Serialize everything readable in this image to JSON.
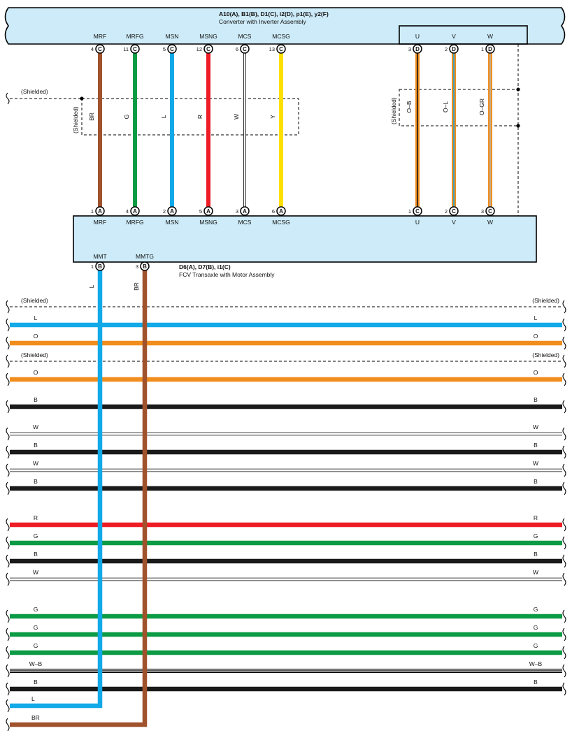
{
  "colors": {
    "BR": "#a0522d",
    "G": "#0c9b45",
    "L": "#11a9e8",
    "R": "#ee1c24",
    "W": "#ffffff",
    "Y": "#ffe000",
    "O": "#f18d1d",
    "B": "#1a1a1a",
    "GR": "#b5b5b5",
    "component_fill": "#cdebf8"
  },
  "converter": {
    "title": "A10(A), B1(B), D1(C), i2(D), p1(E), y2(F)",
    "subtitle": "Converter with Inverter Assembly"
  },
  "transaxle": {
    "title": "D6(A), D7(B), i1(C)",
    "subtitle": "FCV Transaxle with Motor Assembly"
  },
  "shielded_label": "(Shielded)",
  "wires_upper": [
    {
      "top_terminal": "MRF",
      "top_pin": "4",
      "top_conn": "C",
      "color_code": "BR",
      "bottom_pin": "1",
      "bottom_conn": "A",
      "bottom_terminal": "MRF"
    },
    {
      "top_terminal": "MRFG",
      "top_pin": "11",
      "top_conn": "C",
      "color_code": "G",
      "bottom_pin": "4",
      "bottom_conn": "A",
      "bottom_terminal": "MRFG"
    },
    {
      "top_terminal": "MSN",
      "top_pin": "5",
      "top_conn": "C",
      "color_code": "L",
      "bottom_pin": "2",
      "bottom_conn": "A",
      "bottom_terminal": "MSN"
    },
    {
      "top_terminal": "MSNG",
      "top_pin": "12",
      "top_conn": "C",
      "color_code": "R",
      "bottom_pin": "5",
      "bottom_conn": "A",
      "bottom_terminal": "MSNG"
    },
    {
      "top_terminal": "MCS",
      "top_pin": "6",
      "top_conn": "C",
      "color_code": "W",
      "bottom_pin": "3",
      "bottom_conn": "A",
      "bottom_terminal": "MCS"
    },
    {
      "top_terminal": "MCSG",
      "top_pin": "13",
      "top_conn": "C",
      "color_code": "Y",
      "bottom_pin": "6",
      "bottom_conn": "A",
      "bottom_terminal": "MCSG"
    }
  ],
  "wires_phase": [
    {
      "top_terminal": "U",
      "top_pin": "3",
      "top_conn": "D",
      "color_code": "O–B",
      "bottom_pin": "1",
      "bottom_conn": "C",
      "bottom_terminal": "U"
    },
    {
      "top_terminal": "V",
      "top_pin": "2",
      "top_conn": "D",
      "color_code": "O–L",
      "bottom_pin": "2",
      "bottom_conn": "C",
      "bottom_terminal": "V"
    },
    {
      "top_terminal": "W",
      "top_pin": "1",
      "top_conn": "D",
      "color_code": "O–GR",
      "bottom_pin": "3",
      "bottom_conn": "C",
      "bottom_terminal": "W"
    }
  ],
  "output_wires": [
    {
      "terminal": "MMT",
      "pin": "1",
      "conn": "B",
      "color_code": "L"
    },
    {
      "terminal": "MMTG",
      "pin": "3",
      "conn": "B",
      "color_code": "BR"
    }
  ],
  "bus_lines": [
    {
      "kind": "shield",
      "left": "(Shielded)",
      "right": "(Shielded)"
    },
    {
      "kind": "wire",
      "code": "L",
      "left": "L",
      "right": "L"
    },
    {
      "kind": "wire",
      "code": "O",
      "left": "O",
      "right": "O"
    },
    {
      "kind": "shield",
      "left": "(Shielded)",
      "right": "(Shielded)"
    },
    {
      "kind": "wire",
      "code": "O",
      "left": "O",
      "right": "O"
    },
    {
      "kind": "wire",
      "code": "B",
      "left": "B",
      "right": "B"
    },
    {
      "kind": "wire",
      "code": "W",
      "left": "W",
      "right": "W"
    },
    {
      "kind": "wire",
      "code": "B",
      "left": "B",
      "right": "B"
    },
    {
      "kind": "wire",
      "code": "W",
      "left": "W",
      "right": "W"
    },
    {
      "kind": "wire",
      "code": "B",
      "left": "B",
      "right": "B"
    },
    {
      "kind": "wire",
      "code": "R",
      "left": "R",
      "right": "R"
    },
    {
      "kind": "wire",
      "code": "G",
      "left": "G",
      "right": "G"
    },
    {
      "kind": "wire",
      "code": "B",
      "left": "B",
      "right": "B"
    },
    {
      "kind": "wire",
      "code": "W",
      "left": "W",
      "right": "W"
    },
    {
      "kind": "wire",
      "code": "G",
      "left": "G",
      "right": "G"
    },
    {
      "kind": "wire",
      "code": "G",
      "left": "G",
      "right": "G"
    },
    {
      "kind": "wire",
      "code": "G",
      "left": "G",
      "right": "G"
    },
    {
      "kind": "wire",
      "code": "W–B",
      "left": "W–B",
      "right": "W–B"
    },
    {
      "kind": "wire",
      "code": "B",
      "left": "B",
      "right": "B"
    },
    {
      "kind": "end",
      "code": "L",
      "left": "L"
    },
    {
      "kind": "end",
      "code": "BR",
      "left": "BR"
    }
  ]
}
